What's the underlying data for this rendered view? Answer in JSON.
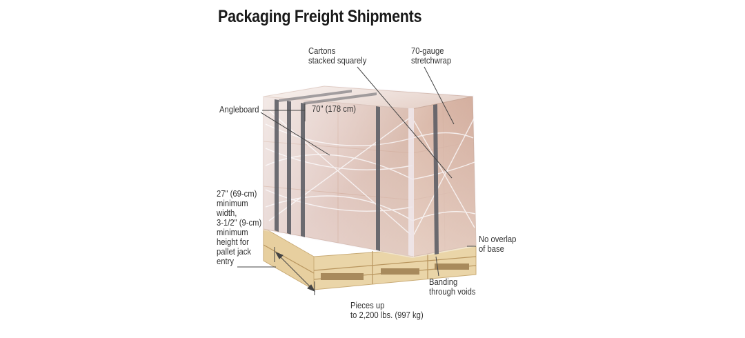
{
  "title": "Packaging Freight Shipments",
  "labels": {
    "cartons": "Cartons\nstacked squarely",
    "stretchwrap": "70-gauge\nstretchwrap",
    "angleboard": "Angleboard",
    "height": "70\" (178 cm)",
    "pallet_entry": "27\" (69-cm)\nminimum\nwidth,\n3-1/2\" (9-cm)\nminimum\nheight for\npallet jack\nentry",
    "no_overlap": "No overlap\nof base",
    "banding": "Banding\nthrough voids",
    "pieces": "Pieces up\nto 2,200 lbs. (997 kg)"
  },
  "colors": {
    "carton": "#d9b49a",
    "carton_dark": "#c49a82",
    "wrap": "#eeeaf2",
    "band": "#5e5f66",
    "pallet": "#e8cf9c",
    "leader": "#444444",
    "text": "#333333"
  }
}
